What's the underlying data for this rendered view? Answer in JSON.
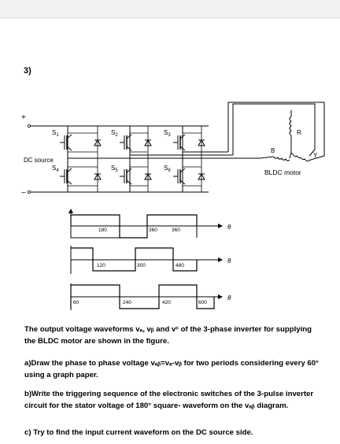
{
  "question_number": "3)",
  "circuit": {
    "dc_source_label": "DC source",
    "plus_sign": "+",
    "minus_sign": "−",
    "switches": [
      {
        "main": "S",
        "sub": "1"
      },
      {
        "main": "S",
        "sub": "2"
      },
      {
        "main": "S",
        "sub": "3"
      },
      {
        "main": "S",
        "sub": "4"
      },
      {
        "main": "S",
        "sub": "5"
      },
      {
        "main": "S",
        "sub": "6"
      }
    ],
    "phase_labels": {
      "r": "R",
      "b": "B",
      "y": "Y"
    },
    "motor_label": "BLDC motor"
  },
  "waveforms": {
    "axis_symbol": "θ",
    "rows": [
      {
        "labels": [
          "180",
          "360",
          "360"
        ]
      },
      {
        "labels": [
          "120",
          "300",
          "480"
        ]
      },
      {
        "labels": [
          "60",
          "240",
          "420",
          "600"
        ]
      }
    ]
  },
  "text": {
    "intro": "The output voltage waveforms vₐ, vᵦ and vᶜ of the 3-phase inverter for supplying the BLDC motor are shown in the figure.",
    "part_a": "a)Draw the phase to phase voltage vₐᵦ=vₐ-vᵦ for two periods considering every 60° using a graph paper.",
    "part_b": "b)Write the triggering sequence of the electronic switches of the 3-pulse inverter circuit for the stator voltage of 180° square- waveform on the vₐᵦ diagram.",
    "part_c": "c) Try to find the input current waveform on the DC source side."
  }
}
